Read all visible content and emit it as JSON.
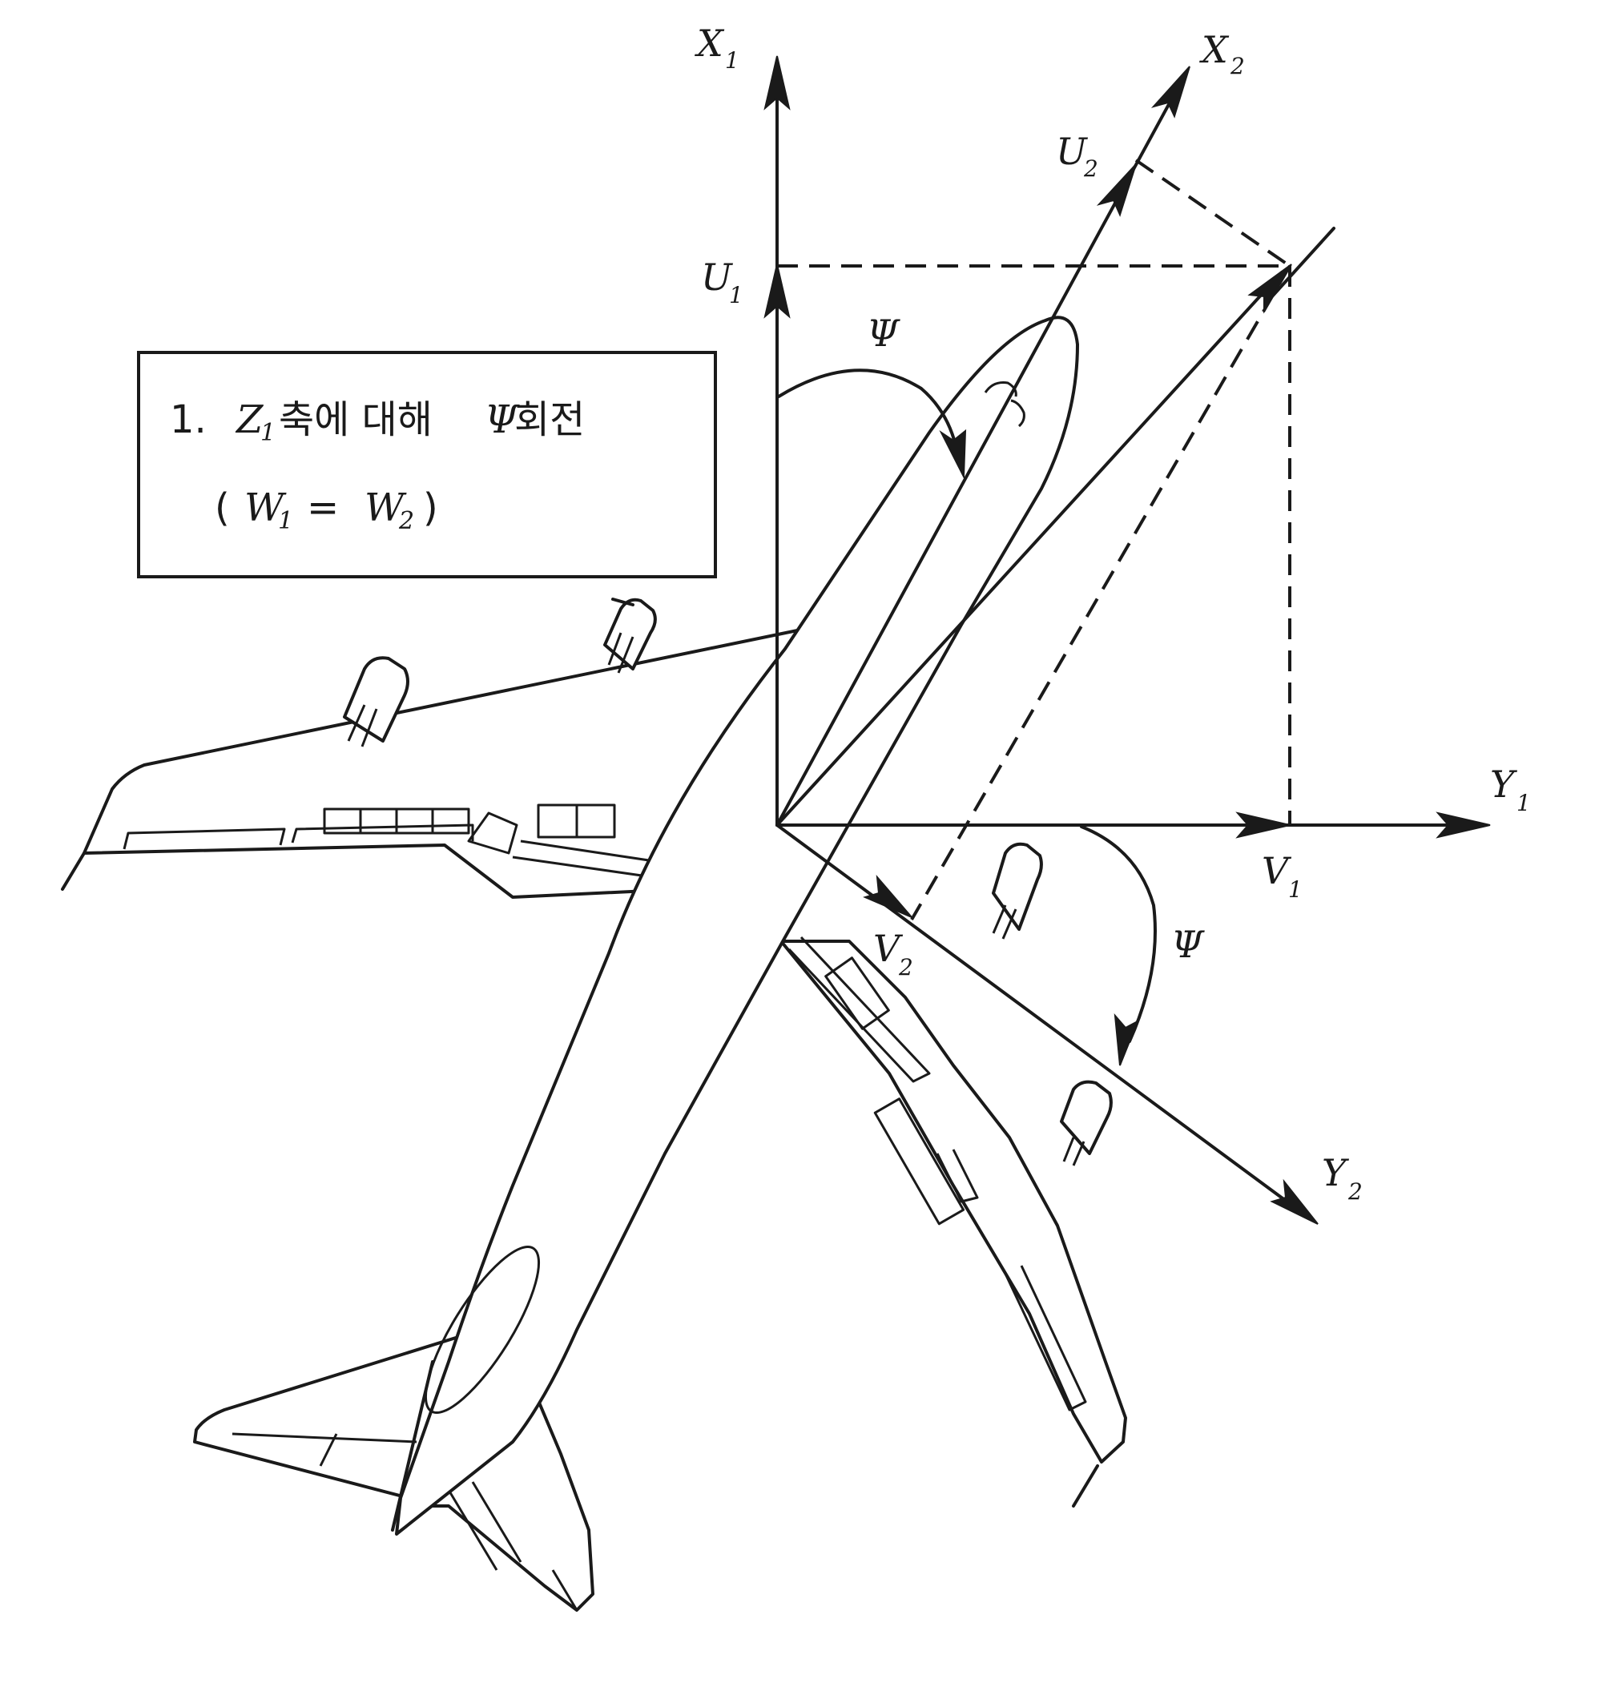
{
  "axes": {
    "x1": {
      "letter": "X",
      "sub": "1"
    },
    "x2": {
      "letter": "X",
      "sub": "2"
    },
    "y1": {
      "letter": "Y",
      "sub": "1"
    },
    "y2": {
      "letter": "Y",
      "sub": "2"
    }
  },
  "components": {
    "u1": {
      "letter": "U",
      "sub": "1"
    },
    "u2": {
      "letter": "U",
      "sub": "2"
    },
    "v1": {
      "letter": "V",
      "sub": "1"
    },
    "v2": {
      "letter": "V",
      "sub": "2"
    }
  },
  "angles": {
    "psi_top": "Ψ",
    "psi_right": "Ψ"
  },
  "caption_box": {
    "number": "1.",
    "axis_letter": "Z",
    "axis_sub": "1",
    "text_mid": "축에 대해",
    "psi": "Ψ",
    "text_end": "회전",
    "open_paren": "(",
    "w_letter_a": "W",
    "w_sub_a": "1",
    "equals": "=",
    "w_letter_b": "W",
    "w_sub_b": "2",
    "close_paren": ")"
  }
}
